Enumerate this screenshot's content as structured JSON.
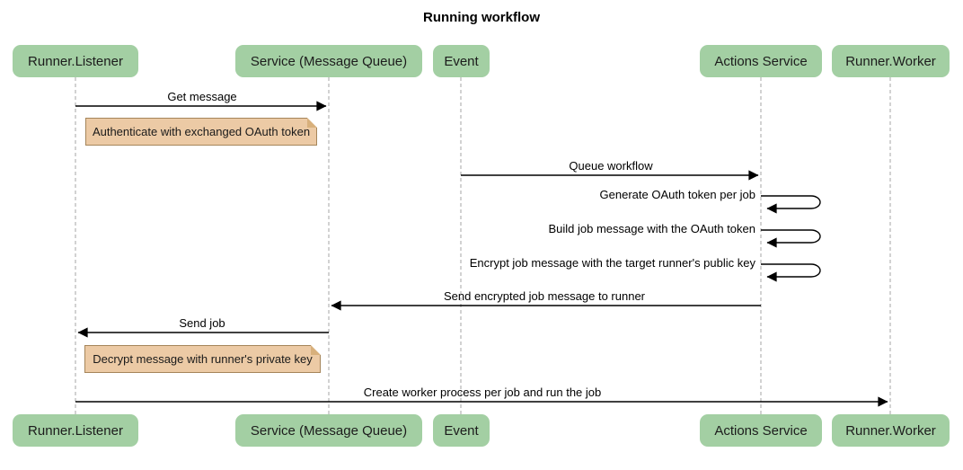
{
  "title": "Running workflow",
  "actors": [
    {
      "label": "Runner.Listener"
    },
    {
      "label": "Service (Message Queue)"
    },
    {
      "label": "Event"
    },
    {
      "label": "Actions Service"
    },
    {
      "label": "Runner.Worker"
    }
  ],
  "messages": [
    {
      "text": "Get message",
      "from": "Runner.Listener",
      "to": "Service (Message Queue)",
      "kind": "arrow"
    },
    {
      "text": "Queue workflow",
      "from": "Event",
      "to": "Actions Service",
      "kind": "arrow"
    },
    {
      "text": "Generate OAuth token per job",
      "from": "Actions Service",
      "to": "Actions Service",
      "kind": "self"
    },
    {
      "text": "Build job message with the OAuth token",
      "from": "Actions Service",
      "to": "Actions Service",
      "kind": "self"
    },
    {
      "text": "Encrypt job message with the target runner's public key",
      "from": "Actions Service",
      "to": "Actions Service",
      "kind": "self"
    },
    {
      "text": "Send encrypted job message to runner",
      "from": "Actions Service",
      "to": "Service (Message Queue)",
      "kind": "arrow"
    },
    {
      "text": "Send job",
      "from": "Service (Message Queue)",
      "to": "Runner.Listener",
      "kind": "arrow"
    },
    {
      "text": "Create worker process per job and run the job",
      "from": "Runner.Listener",
      "to": "Runner.Worker",
      "kind": "arrow"
    }
  ],
  "notes": [
    {
      "text": "Authenticate with exchanged OAuth token",
      "over": "Runner.Listener"
    },
    {
      "text": "Decrypt message with runner's private key",
      "over": "Runner.Listener"
    }
  ],
  "colors": {
    "background": "#ffffff",
    "actor_fill": "#a3cfa3",
    "note_fill": "#eccaa5",
    "note_border": "#a5855a",
    "note_fold": "#d8b07c",
    "arrow": "#000000",
    "lifeline": "#a6a6a6",
    "text": "#111111"
  }
}
